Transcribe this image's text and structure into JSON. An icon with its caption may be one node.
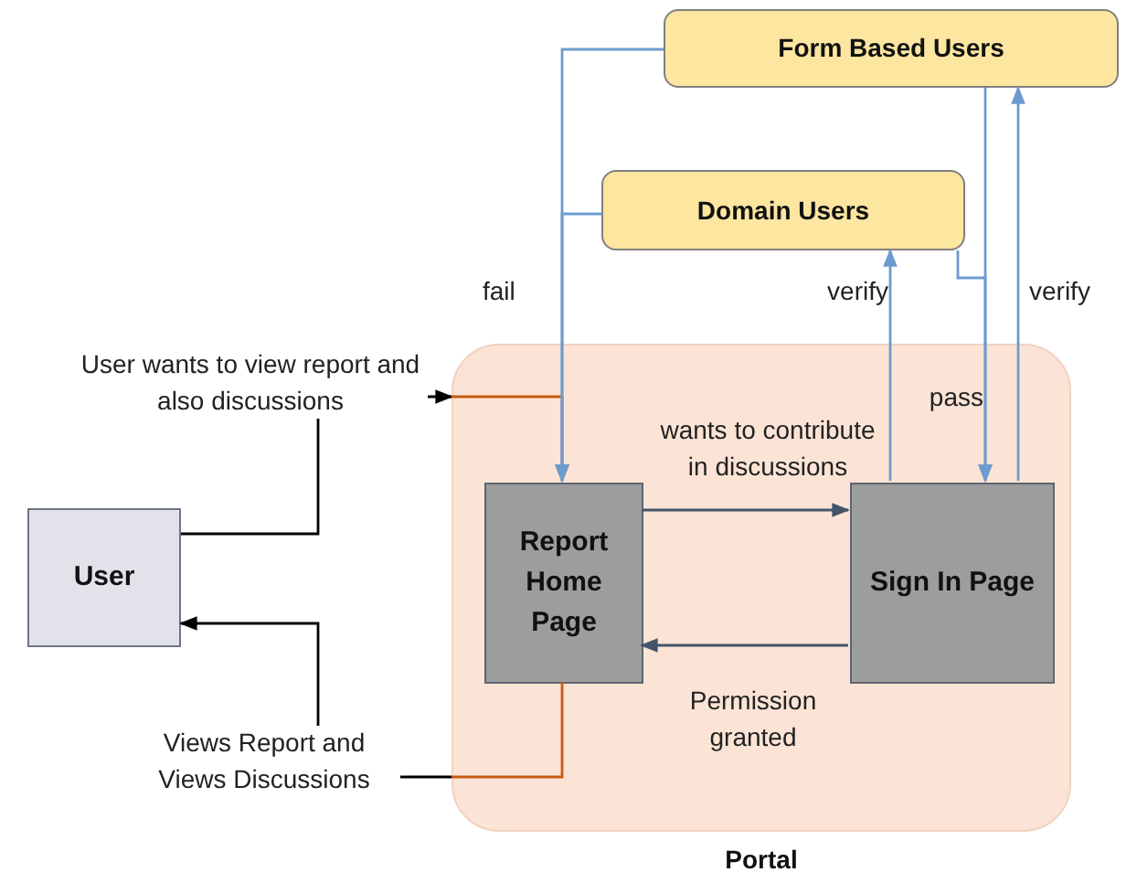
{
  "diagram": {
    "nodes": [
      {
        "text": [
          "Form Based Users"
        ]
      },
      {
        "text": [
          "Domain Users"
        ]
      },
      {
        "text": [
          "User"
        ]
      },
      {
        "text": [
          "Portal"
        ]
      },
      {
        "text": [
          "Report Home Page"
        ],
        "in": 3
      },
      {
        "text": [
          "Sign In Page"
        ],
        "in": 3
      }
    ],
    "edges": [
      {
        "from": 2,
        "to": 3,
        "arrow": "to",
        "label": "User wants to view report and also discussions",
        "color": "#000000"
      },
      {
        "from": 3,
        "to": 4,
        "arrow": "to",
        "color": "#c55a11"
      },
      {
        "from": 4,
        "to": 3,
        "arrow": "none",
        "color": "#c55a11"
      },
      {
        "from": 3,
        "to": 2,
        "arrow": "to",
        "label": "Views Report and Views Discussions",
        "color": "#000000"
      },
      {
        "from": 4,
        "to": 5,
        "arrow": "to",
        "label": "wants to contribute in discussions",
        "color": "#44546a"
      },
      {
        "from": 5,
        "to": 4,
        "arrow": "to",
        "label": "Permission granted",
        "color": "#44546a"
      },
      {
        "from": 5,
        "to": 1,
        "arrow": "to",
        "label": "verify"
      },
      {
        "from": 5,
        "to": 0,
        "arrow": "to",
        "label": "verify"
      },
      {
        "from": 0,
        "to": 5,
        "arrow": "to",
        "label": "pass"
      },
      {
        "from": 1,
        "to": 5,
        "arrow": "to"
      },
      {
        "from": 0,
        "to": 4,
        "arrow": "to",
        "label": "fail"
      },
      {
        "from": 1,
        "to": 4,
        "arrow": "to"
      }
    ]
  }
}
